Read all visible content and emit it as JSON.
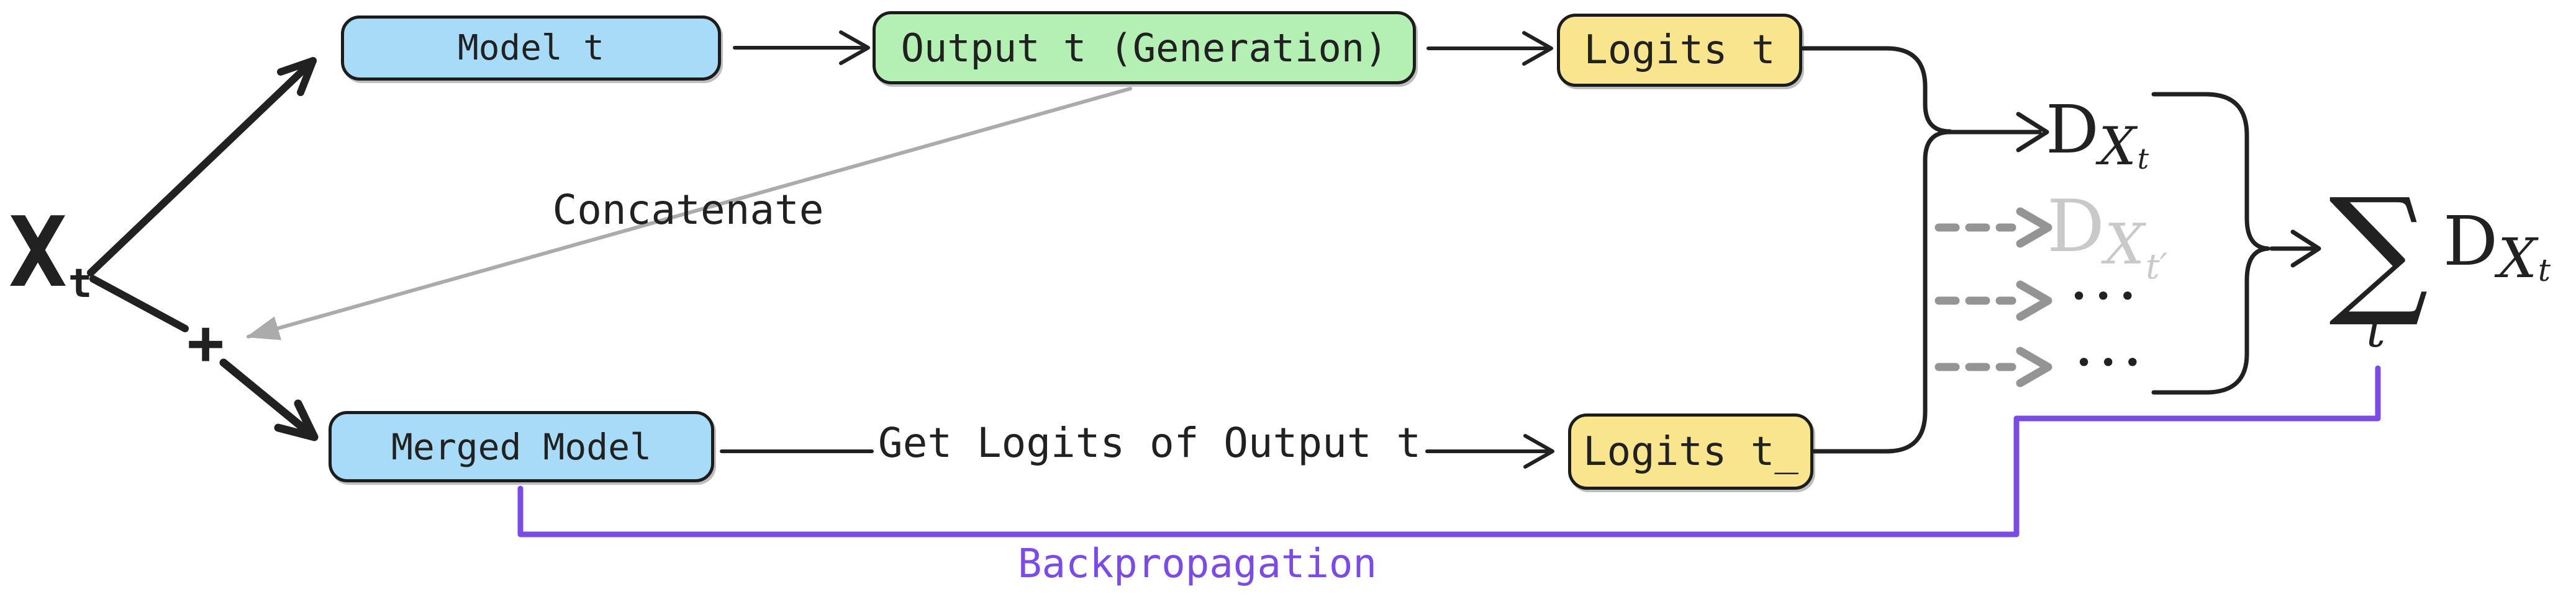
{
  "diagram": {
    "input": {
      "symbol": "X",
      "subscript": "t"
    },
    "plus_sign": "+",
    "nodes": {
      "model_t": {
        "label": "Model t",
        "fill": "#a8dbf7"
      },
      "output_t": {
        "label": "Output t (Generation)",
        "fill": "#b4f0b4"
      },
      "logits_t": {
        "label": "Logits t",
        "fill": "#f9e58d"
      },
      "merged_model": {
        "label": "Merged Model",
        "fill": "#a8dbf7"
      },
      "logits_t_merged": {
        "label": "Logits t_",
        "fill": "#f9e58d"
      }
    },
    "edge_labels": {
      "concatenate": "Concatenate",
      "get_logits": "Get Logits of Output t",
      "backpropagation": "Backpropagation"
    },
    "terms": {
      "d_xt": {
        "D": "D",
        "X": "X",
        "sub": "t"
      },
      "d_xt_prime": {
        "D": "D",
        "X": "X",
        "sub": "t′"
      },
      "ellipsis_row_1": "•••",
      "ellipsis_row_2": "•••",
      "sum": {
        "sigma": "∑",
        "index": "t",
        "D": "D",
        "X": "X",
        "sub": "t"
      }
    },
    "colors": {
      "ink": "#212121",
      "box-border": "#1c1c1c",
      "purple": "#7b4ce5",
      "gray-line": "#ababab",
      "gray-dash": "#8f8f8f",
      "gray-text": "#c9c9c9"
    }
  }
}
